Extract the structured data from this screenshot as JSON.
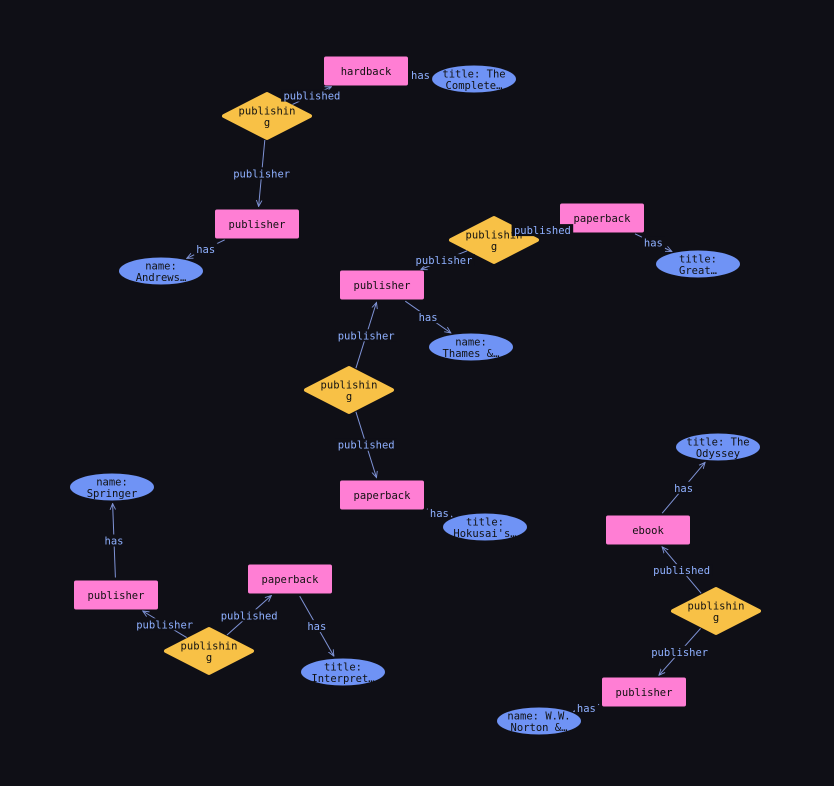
{
  "colors": {
    "background": "#0f0f16",
    "entity": "#ff7ed4",
    "relationship": "#f8c146",
    "attribute": "#6f93f5",
    "edge": "#7f93d6",
    "edge_label": "#8fb0ff"
  },
  "nodes": [
    {
      "id": "n1",
      "kind": "entity",
      "lines": [
        "hardback"
      ]
    },
    {
      "id": "a1",
      "kind": "attribute",
      "lines": [
        "title: The",
        "Complete…"
      ]
    },
    {
      "id": "r1",
      "kind": "relationship",
      "lines": [
        "publishin",
        "g"
      ]
    },
    {
      "id": "n2",
      "kind": "entity",
      "lines": [
        "publisher"
      ]
    },
    {
      "id": "a2",
      "kind": "attribute",
      "lines": [
        "name:",
        "Andrews…"
      ]
    },
    {
      "id": "n3",
      "kind": "entity",
      "lines": [
        "paperback"
      ]
    },
    {
      "id": "r2",
      "kind": "relationship",
      "lines": [
        "publishin",
        "g"
      ]
    },
    {
      "id": "a3",
      "kind": "attribute",
      "lines": [
        "title:",
        "Great…"
      ]
    },
    {
      "id": "n4",
      "kind": "entity",
      "lines": [
        "publisher"
      ]
    },
    {
      "id": "a4",
      "kind": "attribute",
      "lines": [
        "name:",
        "Thames &…"
      ]
    },
    {
      "id": "r3",
      "kind": "relationship",
      "lines": [
        "publishin",
        "g"
      ]
    },
    {
      "id": "n5",
      "kind": "entity",
      "lines": [
        "paperback"
      ]
    },
    {
      "id": "a5",
      "kind": "attribute",
      "lines": [
        "title:",
        "Hokusai's…"
      ]
    },
    {
      "id": "a6",
      "kind": "attribute",
      "lines": [
        "name:",
        "Springer"
      ]
    },
    {
      "id": "n6",
      "kind": "entity",
      "lines": [
        "publisher"
      ]
    },
    {
      "id": "n7",
      "kind": "entity",
      "lines": [
        "paperback"
      ]
    },
    {
      "id": "r4",
      "kind": "relationship",
      "lines": [
        "publishin",
        "g"
      ]
    },
    {
      "id": "a7",
      "kind": "attribute",
      "lines": [
        "title:",
        "Interpret…"
      ]
    },
    {
      "id": "a8",
      "kind": "attribute",
      "lines": [
        "title: The",
        "Odyssey"
      ]
    },
    {
      "id": "n8",
      "kind": "entity",
      "lines": [
        "ebook"
      ]
    },
    {
      "id": "r5",
      "kind": "relationship",
      "lines": [
        "publishin",
        "g"
      ]
    },
    {
      "id": "n9",
      "kind": "entity",
      "lines": [
        "publisher"
      ]
    },
    {
      "id": "a9",
      "kind": "attribute",
      "lines": [
        "name: W.W.",
        "Norton &…"
      ]
    }
  ],
  "edges": [
    {
      "from": "n1",
      "to": "a1",
      "label": "has"
    },
    {
      "from": "r1",
      "to": "n1",
      "label": "published"
    },
    {
      "from": "r1",
      "to": "n2",
      "label": "publisher"
    },
    {
      "from": "n2",
      "to": "a2",
      "label": "has"
    },
    {
      "from": "r2",
      "to": "n3",
      "label": "published"
    },
    {
      "from": "n3",
      "to": "a3",
      "label": "has"
    },
    {
      "from": "r2",
      "to": "n4",
      "label": "publisher"
    },
    {
      "from": "n4",
      "to": "a4",
      "label": "has"
    },
    {
      "from": "r3",
      "to": "n4",
      "label": "publisher"
    },
    {
      "from": "r3",
      "to": "n5",
      "label": "published"
    },
    {
      "from": "n5",
      "to": "a5",
      "label": "has"
    },
    {
      "from": "n6",
      "to": "a6",
      "label": "has"
    },
    {
      "from": "r4",
      "to": "n6",
      "label": "publisher"
    },
    {
      "from": "r4",
      "to": "n7",
      "label": "published"
    },
    {
      "from": "n7",
      "to": "a7",
      "label": "has"
    },
    {
      "from": "n8",
      "to": "a8",
      "label": "has"
    },
    {
      "from": "r5",
      "to": "n8",
      "label": "published"
    },
    {
      "from": "r5",
      "to": "n9",
      "label": "publisher"
    },
    {
      "from": "n9",
      "to": "a9",
      "label": "has"
    }
  ]
}
